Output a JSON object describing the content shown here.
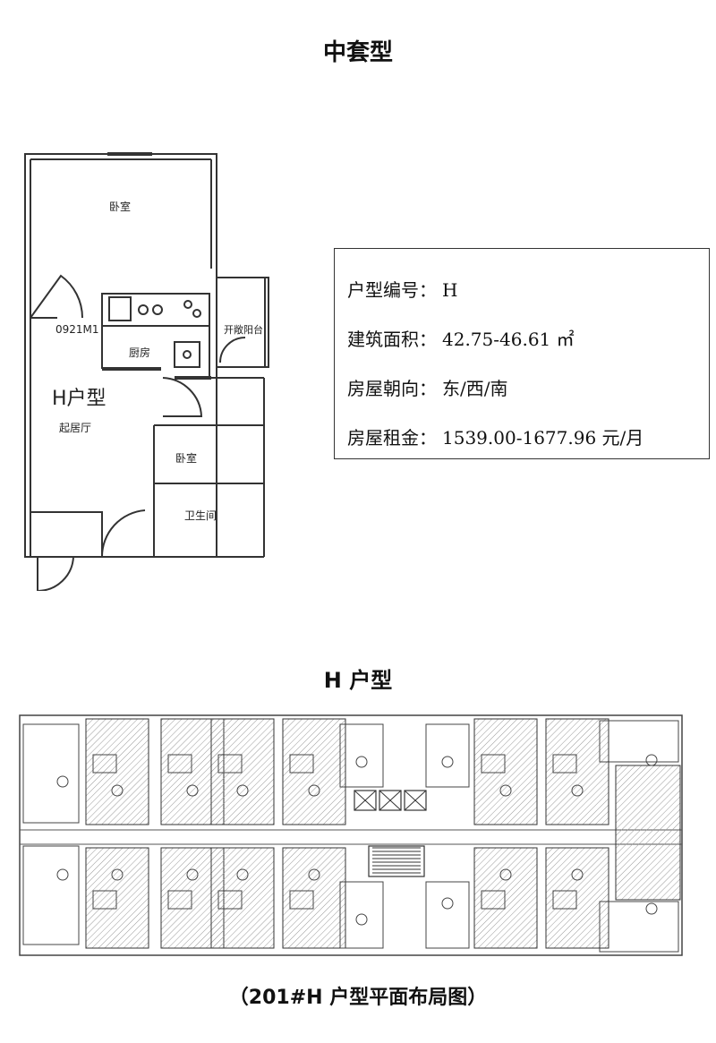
{
  "page": {
    "main_title": "中套型",
    "plan_title": "H 户型",
    "caption": "（201#H 户型平面布局图）"
  },
  "info": {
    "code_label": "户型编号：",
    "code_value": "H",
    "area_label": "建筑面积：",
    "area_value": "42.75-46.61 ㎡",
    "orientation_label": "房屋朝向：",
    "orientation_value": "东/西/南",
    "rent_label": "房屋租金：",
    "rent_value": "1539.00-1677.96 元/月"
  },
  "unit_plan": {
    "rooms": {
      "bedroom_top": "卧室",
      "door_code": "0921M1",
      "kitchen": "厨房",
      "balcony": "开敞阳台",
      "unit_label": "H户型",
      "living_room": "起居厅",
      "bedroom_mid": "卧室",
      "bathroom": "卫生间"
    }
  }
}
